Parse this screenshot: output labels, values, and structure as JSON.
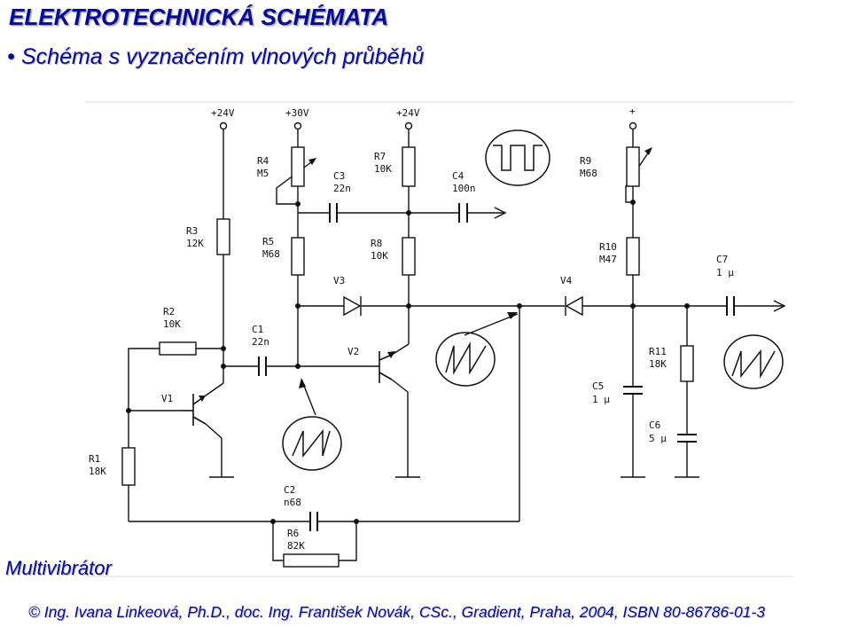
{
  "header": {
    "title": "ELEKTROTECHNICKÁ SCHÉMATA",
    "bullet": "•",
    "subtitle": "Schéma s vyznačením vlnových průběhů"
  },
  "caption": "Multivibrátor",
  "footer": "© Ing. Ivana Linkeová, Ph.D., doc. Ing. František Novák, CSc., Gradient, Praha, 2004, ISBN 80-86786-01-3",
  "colors": {
    "text": "#0a0a8c",
    "wire": "#111111",
    "rule": "#dcdcdc"
  },
  "schematic": {
    "supplies": {
      "v24_left": "+24V",
      "v30": "+30V",
      "v24_mid": "+24V",
      "plus": "+"
    },
    "components": {
      "r1": {
        "name": "R1",
        "value": "18K"
      },
      "r2": {
        "name": "R2",
        "value": "10K"
      },
      "r3": {
        "name": "R3",
        "value": "12K"
      },
      "r4": {
        "name": "R4",
        "value": "M5"
      },
      "r5": {
        "name": "R5",
        "value": "M68"
      },
      "r6": {
        "name": "R6",
        "value": "82K"
      },
      "r7": {
        "name": "R7",
        "value": "10K"
      },
      "r8": {
        "name": "R8",
        "value": "10K"
      },
      "r9": {
        "name": "R9",
        "value": "M68"
      },
      "r10": {
        "name": "R10",
        "value": "M47"
      },
      "r11": {
        "name": "R11",
        "value": "18K"
      },
      "c1": {
        "name": "C1",
        "value": "22n"
      },
      "c2": {
        "name": "C2",
        "value": "n68"
      },
      "c3": {
        "name": "C3",
        "value": "22n"
      },
      "c4": {
        "name": "C4",
        "value": "100n"
      },
      "c5": {
        "name": "C5",
        "value": "1 μ"
      },
      "c6": {
        "name": "C6",
        "value": "5 μ"
      },
      "c7": {
        "name": "C7",
        "value": "1 μ"
      },
      "v1": {
        "name": "V1"
      },
      "v2": {
        "name": "V2"
      },
      "v3": {
        "name": "V3"
      },
      "v4": {
        "name": "V4"
      }
    },
    "icons": {
      "scope_top": "square-pulse-waveform-icon",
      "scope_mid": "sawtooth-waveform-icon",
      "scope_bottom": "sawtooth-waveform-icon",
      "scope_right": "sawtooth-waveform-icon"
    }
  }
}
